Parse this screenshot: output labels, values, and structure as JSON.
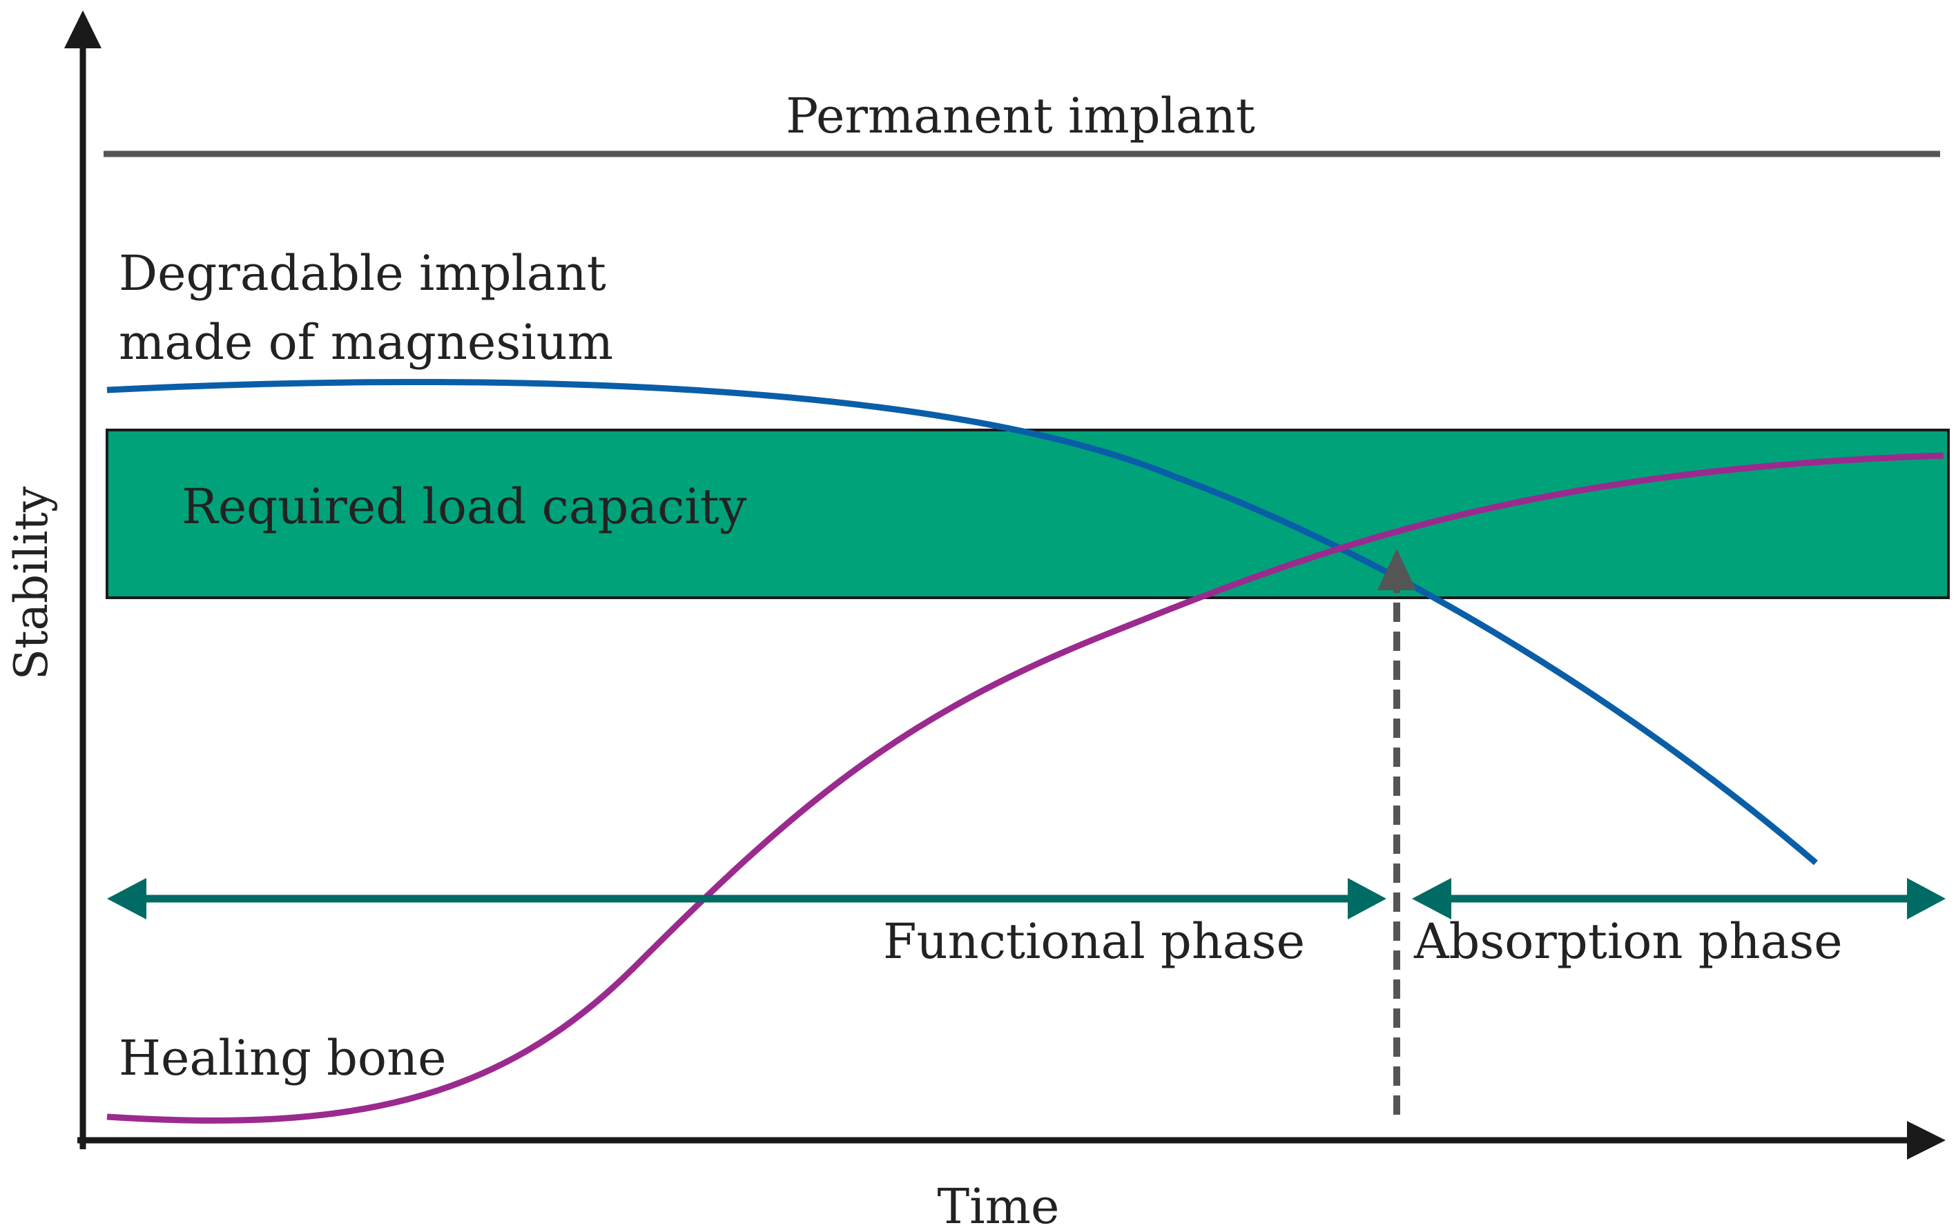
{
  "axes": {
    "y_label": "Stability",
    "x_label": "Time"
  },
  "curves": {
    "permanent": {
      "label": "Permanent implant",
      "color": "#555555"
    },
    "degradable": {
      "label_line1": "Degradable implant",
      "label_line2": "made of magnesium",
      "color": "#0a5ea8"
    },
    "bone": {
      "label": "Healing bone",
      "color": "#9b2a8e"
    }
  },
  "band": {
    "label": "Required load capacity",
    "color": "#00a27a"
  },
  "phases": {
    "functional": "Functional phase",
    "absorption": "Absorption phase",
    "arrow_color": "#006b64"
  }
}
